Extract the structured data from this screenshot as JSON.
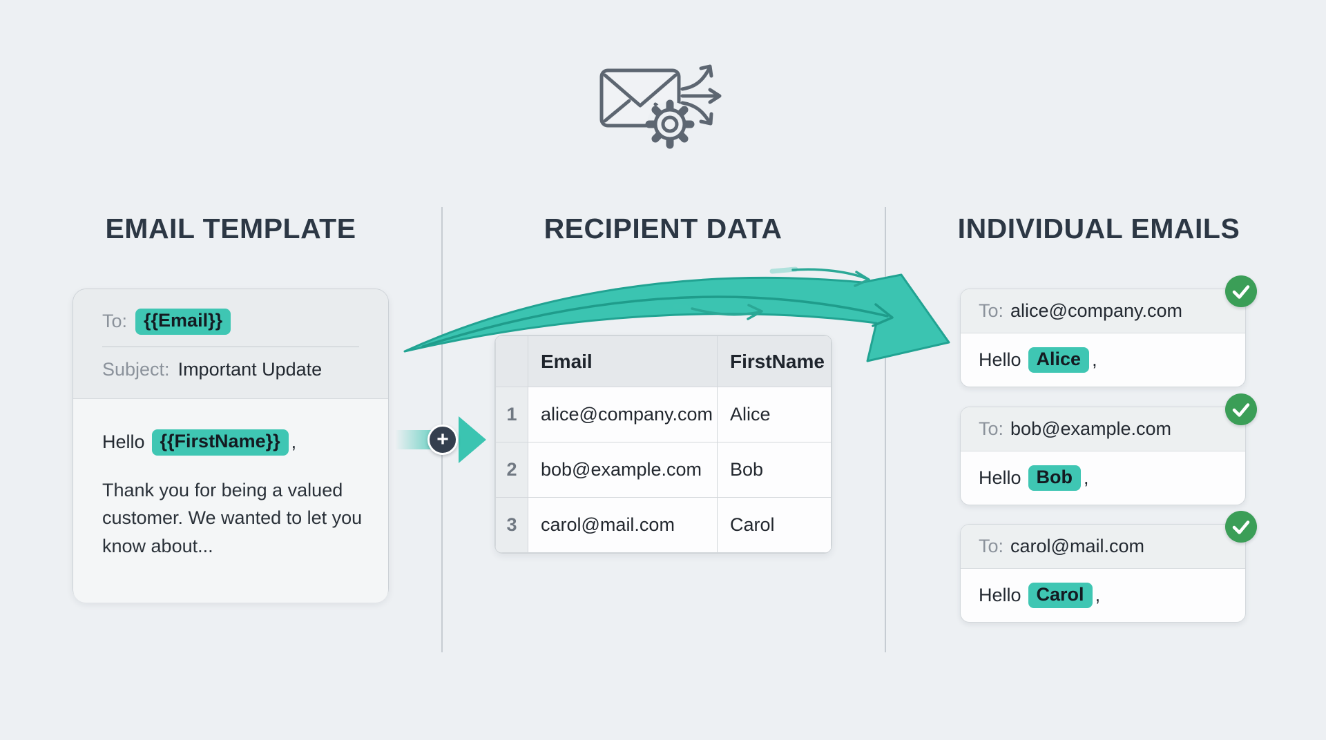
{
  "columns": [
    {
      "heading": "EMAIL TEMPLATE"
    },
    {
      "heading": "RECIPIENT DATA"
    },
    {
      "heading": "INDIVIDUAL EMAILS"
    }
  ],
  "template_card": {
    "to_label": "To:",
    "to_value": "{{Email}}",
    "subject_label": "Subject:",
    "subject_value": "Important Update",
    "greeting_prefix": "Hello",
    "greeting_token": "{{FirstName}}",
    "greeting_suffix": ",",
    "body": "Thank you for being a valued customer. We wanted to let you know about..."
  },
  "connector": {
    "plus_label": "+"
  },
  "recipient_table": {
    "headers": [
      "Email",
      "FirstName"
    ],
    "rows": [
      {
        "num": "1",
        "email": "alice@company.com",
        "first_name": "Alice"
      },
      {
        "num": "2",
        "email": "bob@example.com",
        "first_name": "Bob"
      },
      {
        "num": "3",
        "email": "carol@mail.com",
        "first_name": "Carol"
      }
    ]
  },
  "emails": [
    {
      "to_label": "To:",
      "to": "alice@company.com",
      "greeting_prefix": "Hello",
      "name": "Alice",
      "greeting_suffix": ","
    },
    {
      "to_label": "To:",
      "to": "bob@example.com",
      "greeting_prefix": "Hello",
      "name": "Bob",
      "greeting_suffix": ","
    },
    {
      "to_label": "To:",
      "to": "carol@mail.com",
      "greeting_prefix": "Hello",
      "name": "Carol",
      "greeting_suffix": ","
    }
  ],
  "colors": {
    "accent": "#3FC6B3",
    "accent-dark": "#21A392",
    "arrow-fill": "#3BC4B1",
    "connector-dark": "#343F4E",
    "green": "#3B9E57",
    "heading": "#2C3744",
    "text-dark": "#232931",
    "text-gray": "#8B929B",
    "divider": "#C6CCD2",
    "icon-gray": "#5D6671"
  }
}
